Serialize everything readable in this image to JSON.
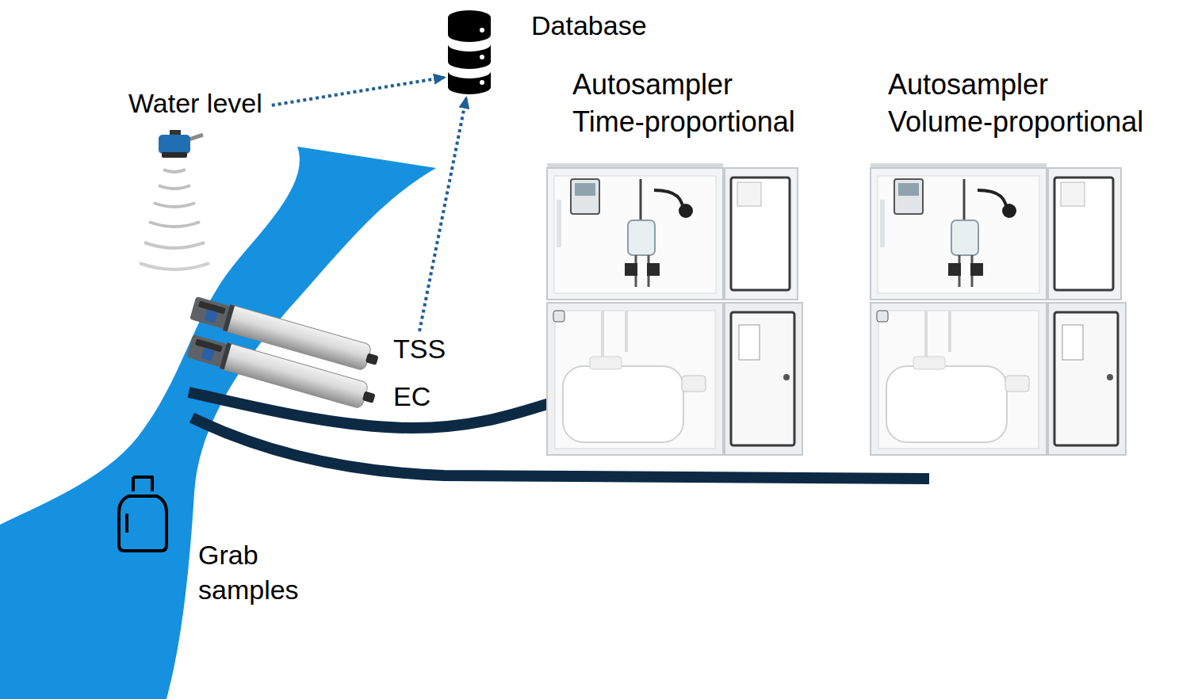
{
  "diagram": {
    "nodes": [
      {
        "text": [
          "Water level"
        ]
      },
      {
        "text": [
          "Database"
        ]
      },
      {
        "text": [
          "Autosampler Time-proportional"
        ]
      },
      {
        "text": [
          "Autosampler Volume-proportional"
        ]
      },
      {
        "text": [
          "TSS"
        ]
      },
      {
        "text": [
          "EC"
        ]
      },
      {
        "text": [
          "Grab samples"
        ]
      }
    ],
    "edges": [
      {
        "from": 0,
        "to": 1,
        "arrow": "to"
      },
      {
        "from": 4,
        "to": 1,
        "arrow": "to"
      }
    ]
  }
}
